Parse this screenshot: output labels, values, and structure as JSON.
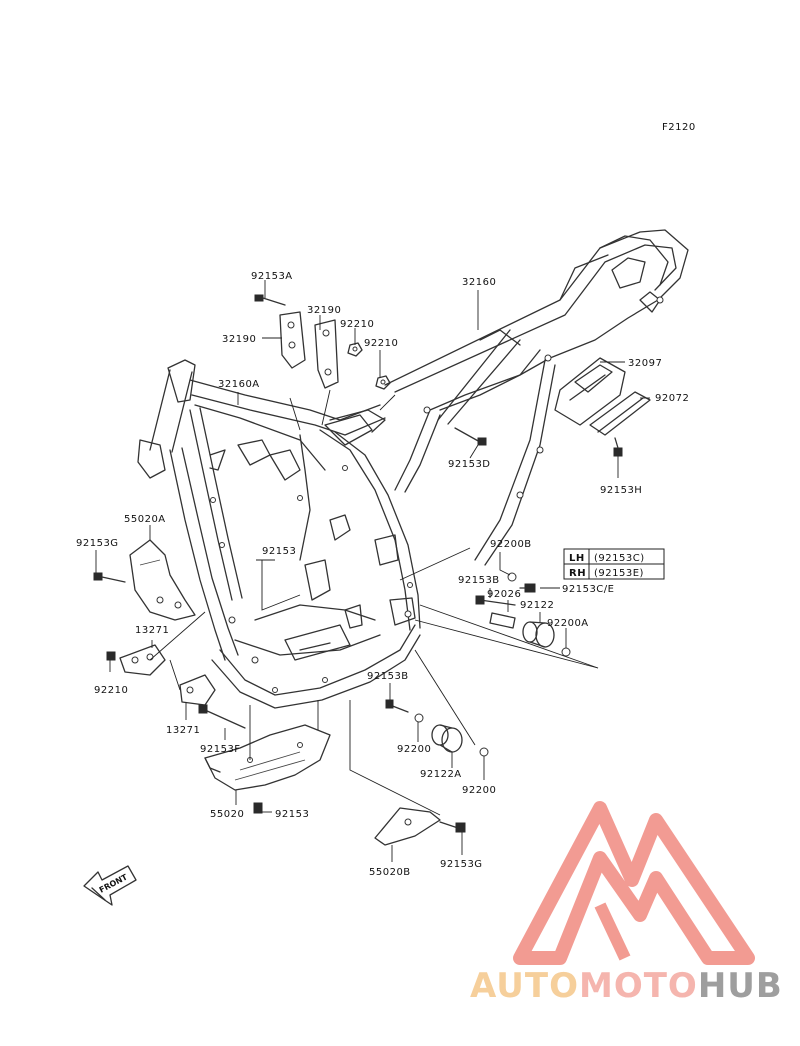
{
  "figure_code": "F2120",
  "front_label": "FRONT",
  "parts": {
    "p92153A": "92153A",
    "p32160": "32160",
    "p32190_top": "32190",
    "p32190_left": "32190",
    "p92210_a": "92210",
    "p92210_b": "92210",
    "p32160A": "32160A",
    "p32097": "32097",
    "p92072": "92072",
    "p92153D": "92153D",
    "p92153H": "92153H",
    "p55020A": "55020A",
    "p92153G_left": "92153G",
    "p92153_mid": "92153",
    "p92200B": "92200B",
    "p92153B_right": "92153B",
    "p92153CE": "92153C/E",
    "p92026": "92026",
    "p92122": "92122",
    "p92200A": "92200A",
    "p13271_a": "13271",
    "p92210_c": "92210",
    "p92153B_low": "92153B",
    "p13271_b": "13271",
    "p92153F": "92153F",
    "p92200_a": "92200",
    "p92122A": "92122A",
    "p92200_b": "92200",
    "p55020": "55020",
    "p92153_low": "92153",
    "p55020B": "55020B",
    "p92153G_low": "92153G"
  },
  "side_table": {
    "rows": [
      {
        "side": "LH",
        "part": "(92153C)"
      },
      {
        "side": "RH",
        "part": "(92153E)"
      }
    ]
  },
  "watermark": {
    "part1": "AUTO",
    "part2": "MOTO",
    "part3": "HUB",
    "colors": {
      "auto": "#f5c78a",
      "moto": "#f4a9a0",
      "hub": "#9a9a9a",
      "triangle": "#f08a80"
    }
  }
}
